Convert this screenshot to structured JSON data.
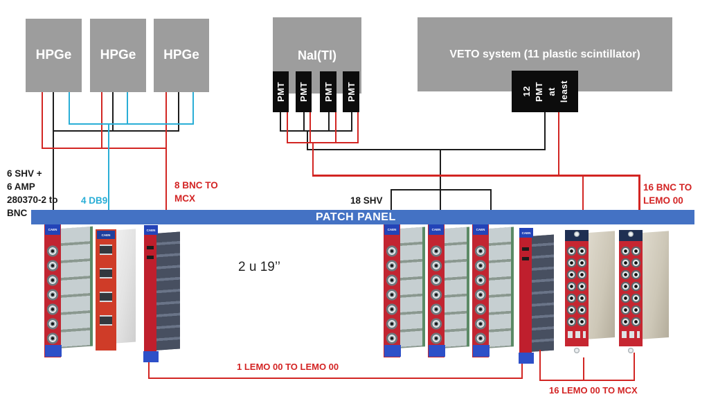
{
  "detectors": {
    "hpge_labels": [
      "HPGe",
      "HPGe",
      "HPGe"
    ],
    "nai_label": "NaI(Tl)",
    "veto_label": "VETO system (11 plastic scintillator)",
    "nai_pmts": [
      "PMT",
      "PMT",
      "PMT",
      "PMT"
    ],
    "veto_pmt_lines": [
      "12",
      "PMT",
      "at",
      "least"
    ]
  },
  "patch_panel": {
    "label": "PATCH PANEL"
  },
  "cable_labels": {
    "hpge_signal": "6 SHV +\n6 AMP\n280370-2 to\nBNC",
    "hpge_db9": "4 DB9",
    "hpge_bnc_mcx": "8 BNC TO\nMCX",
    "nai_shv": "18 SHV",
    "veto_bnc_lemo": "16 BNC TO\nLEMO 00",
    "lemo_lemo": "1 LEMO 00 TO LEMO 00",
    "lemo_mcx": "16 LEMO 00 TO MCX"
  },
  "rack": {
    "size_label": "2 u 19’’",
    "module_badge": "CAEN"
  },
  "colors": {
    "hv_red": "#d22522",
    "signal_black": "#1c1c1c",
    "db9_cyan": "#29aed6",
    "panel_blue": "#4472c4",
    "box_gray": "#9d9d9d"
  }
}
